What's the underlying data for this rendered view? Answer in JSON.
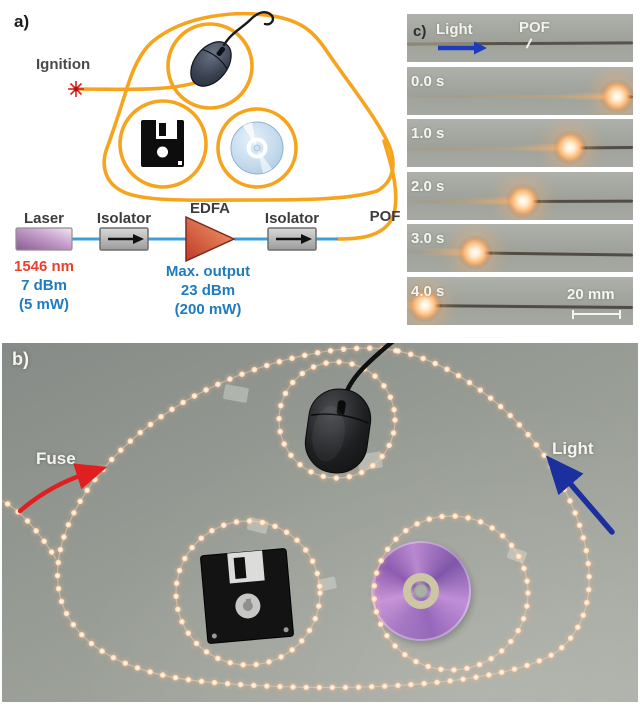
{
  "panel_a": {
    "label": "a)",
    "ignition_label": "Ignition",
    "component_labels": {
      "laser": "Laser",
      "isolator1": "Isolator",
      "edfa": "EDFA",
      "isolator2": "Isolator",
      "pof": "POF"
    },
    "laser_specs": {
      "wavelength": "1546 nm",
      "power_dbm": "7 dBm",
      "power_mw": "(5 mW)"
    },
    "edfa_specs": {
      "line1": "Max. output",
      "line2": "23 dBm",
      "line3": "(200 mW)"
    }
  },
  "panel_c": {
    "header": {
      "label": "c)",
      "light_label": "Light",
      "pof_label": "POF"
    },
    "frames": [
      {
        "time": "0.0 s",
        "glow_percent": 93
      },
      {
        "time": "1.0 s",
        "glow_percent": 72
      },
      {
        "time": "2.0 s",
        "glow_percent": 51.5
      },
      {
        "time": "3.0 s",
        "glow_percent": 30
      },
      {
        "time": "4.0 s",
        "glow_percent": 8
      }
    ],
    "scale_bar_label": "20 mm"
  },
  "panel_b": {
    "label": "b)",
    "fuse_label": "Fuse",
    "light_label": "Light"
  },
  "colors": {
    "fiber_orange": "#F6A41E",
    "signal_blue": "#3AA0DC",
    "spec_text_blue": "#1F7BBF",
    "spec_text_red": "#E8402C",
    "light_arrow_blue": "#1C3BBD",
    "fuse_arrow_red": "#E02020",
    "glow_orange": "#FFC48A",
    "photo_gray": "#9A9E98"
  }
}
